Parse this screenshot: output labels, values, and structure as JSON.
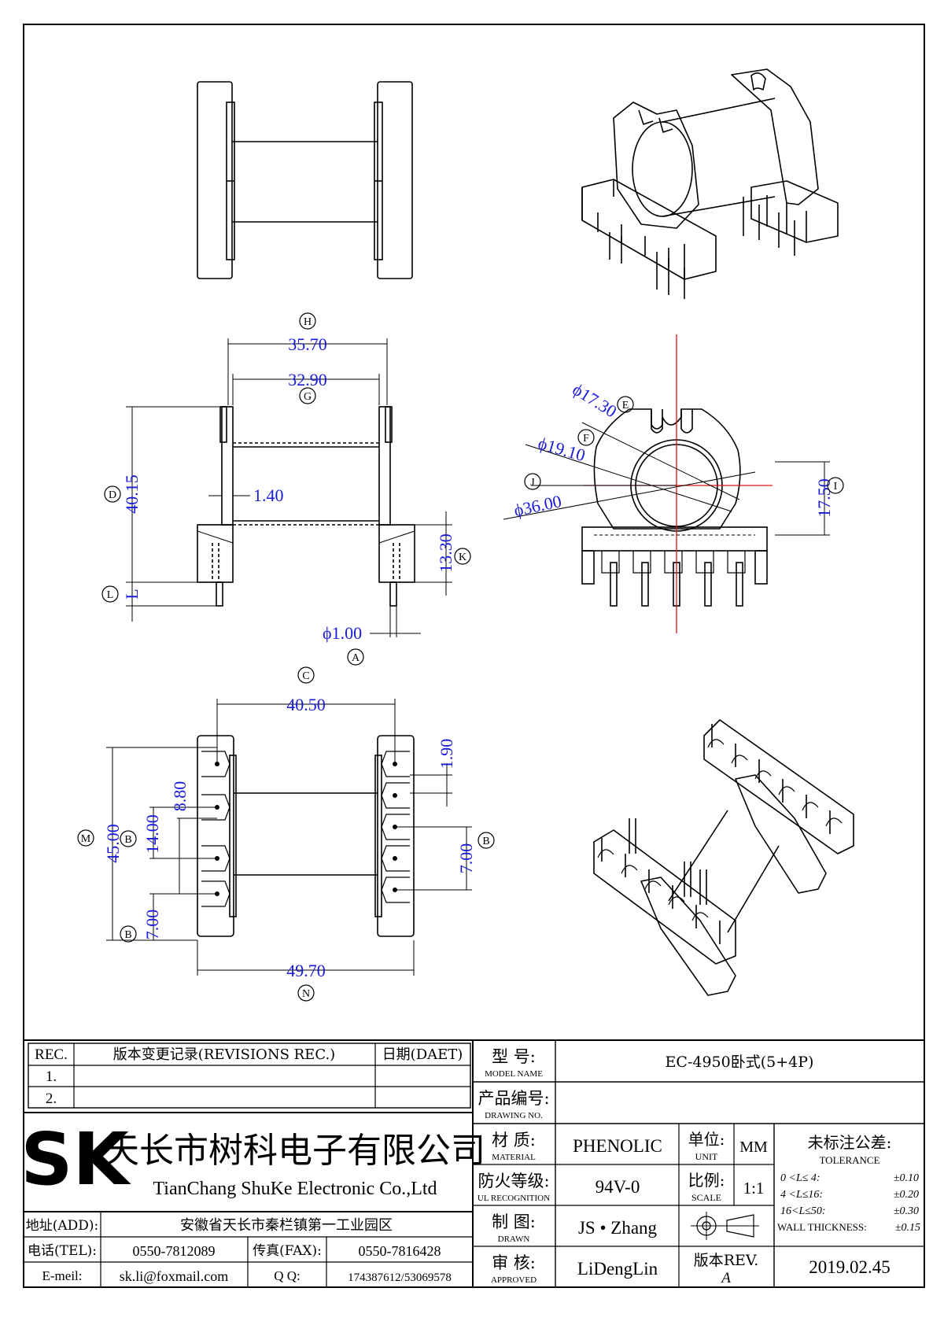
{
  "views": {
    "front": {
      "dims": {
        "H": "35.70",
        "G": "32.90",
        "D": "40.15",
        "wall": "1.40",
        "K": "13.30",
        "L": "L",
        "A": "ϕ1.00"
      },
      "labels": {
        "H": "H",
        "G": "G",
        "D": "D",
        "K": "K",
        "L": "L",
        "A": "A"
      }
    },
    "side": {
      "dims": {
        "E": "ϕ17.30",
        "F": "ϕ19.10",
        "J": "ϕ36.00",
        "I": "17.50"
      },
      "labels": {
        "E": "E",
        "F": "F",
        "J": "J",
        "I": "I"
      }
    },
    "bottom": {
      "dims": {
        "C": "40.50",
        "M": "45.00",
        "pitch_a": "8.80",
        "pitch_b": "14.00",
        "edge": "1.90",
        "pitch_c": "7.00",
        "pitch_d": "7.00",
        "N": "49.70"
      },
      "labels": {
        "C": "C",
        "M": "M",
        "B1": "B",
        "B2": "B",
        "B3": "B",
        "N": "N"
      }
    }
  },
  "title_block": {
    "revisions": {
      "rec_header": "REC.",
      "desc_header": "版本变更记录(REVISIONS REC.)",
      "date_header": "日期(DAET)",
      "rows": [
        "1.",
        "2."
      ]
    },
    "company": {
      "logo_text": "SK",
      "name_cn": "天长市树科电子有限公司",
      "name_en": "TianChang ShuKe Electronic Co.,Ltd"
    },
    "contact": {
      "address_label": "地址(ADD):",
      "address": "安徽省天长市秦栏镇第一工业园区",
      "tel_label": "电话(TEL):",
      "tel": "0550-7812089",
      "fax_label": "传真(FAX):",
      "fax": "0550-7816428",
      "email_label": "E-meil:",
      "email": "sk.li@foxmail.com",
      "qq_label": "Q Q:",
      "qq": "174387612/53069578"
    },
    "model": {
      "label_cn": "型   号:",
      "label_en": "MODEL NAME",
      "value": "EC-4950卧式(5+4P)"
    },
    "drawing_no": {
      "label_cn": "产品编号:",
      "label_en": "DRAWING NO.",
      "value": ""
    },
    "material": {
      "label_cn": "材   质:",
      "label_en": "MATERIAL",
      "value": "PHENOLIC"
    },
    "ul": {
      "label_cn": "防火等级:",
      "label_en": "UL RECOGNITION",
      "value": "94V-0"
    },
    "drawn": {
      "label_cn": "制   图:",
      "label_en": "DRAWN",
      "value": "JS • Zhang"
    },
    "approved": {
      "label_cn": "审   核:",
      "label_en": "APPROVED",
      "value": "LiDengLin"
    },
    "unit": {
      "label_cn": "单位:",
      "label_en": "UNIT",
      "value": "MM"
    },
    "scale": {
      "label_cn": "比例:",
      "label_en": "SCALE",
      "value": "1:1"
    },
    "revision": {
      "label": "版本REV.",
      "value": "A"
    },
    "date": "2019.02.45",
    "tolerance": {
      "title_cn": "未标注公差:",
      "title_en": "TOLERANCE",
      "rows": [
        {
          "range": "0  <L≤ 4:",
          "value": "±0.10"
        },
        {
          "range": "4  <L≤16:",
          "value": "±0.20"
        },
        {
          "range": "16<L≤50:",
          "value": "±0.30"
        },
        {
          "range": "WALL THICKNESS:",
          "value": "±0.15"
        }
      ]
    }
  }
}
